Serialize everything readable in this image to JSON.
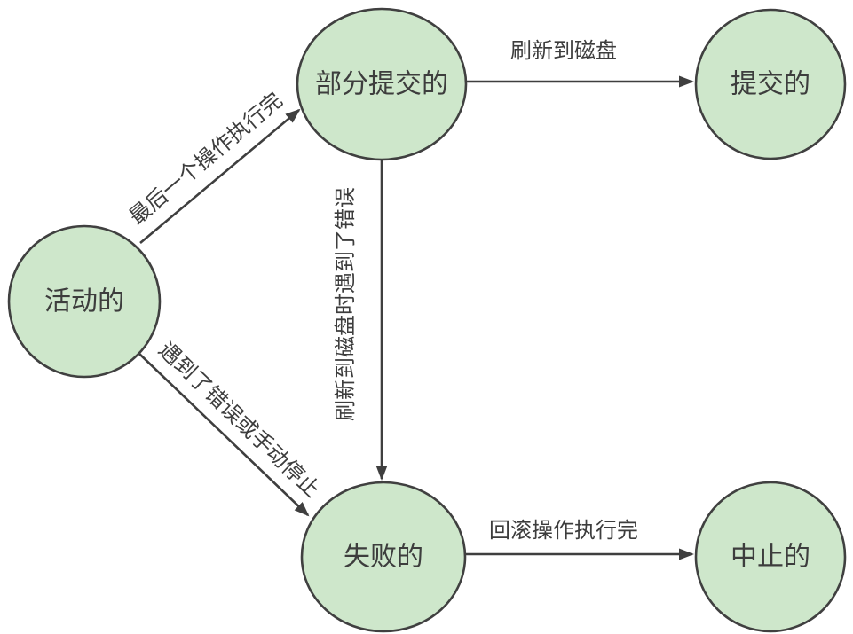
{
  "diagram": {
    "title": "transaction-state-diagram",
    "colors": {
      "node_fill": "#cee7cb",
      "node_stroke": "#404040",
      "edge_stroke": "#3f3f3f",
      "text": "#3d3d3d",
      "background": "#ffffff"
    },
    "nodes": [
      {
        "id": "active",
        "label": "活动的"
      },
      {
        "id": "partially-committed",
        "label": "部分提交的"
      },
      {
        "id": "committed",
        "label": "提交的"
      },
      {
        "id": "failed",
        "label": "失败的"
      },
      {
        "id": "aborted",
        "label": "中止的"
      }
    ],
    "edges": [
      {
        "from": "active",
        "to": "partially-committed",
        "label": "最后一个操作执行完"
      },
      {
        "from": "partially-committed",
        "to": "committed",
        "label": "刷新到磁盘"
      },
      {
        "from": "partially-committed",
        "to": "failed",
        "label": "刷新到磁盘时遇到了错误"
      },
      {
        "from": "active",
        "to": "failed",
        "label": "遇到了错误或手动停止"
      },
      {
        "from": "failed",
        "to": "aborted",
        "label": "回滚操作执行完"
      }
    ]
  }
}
